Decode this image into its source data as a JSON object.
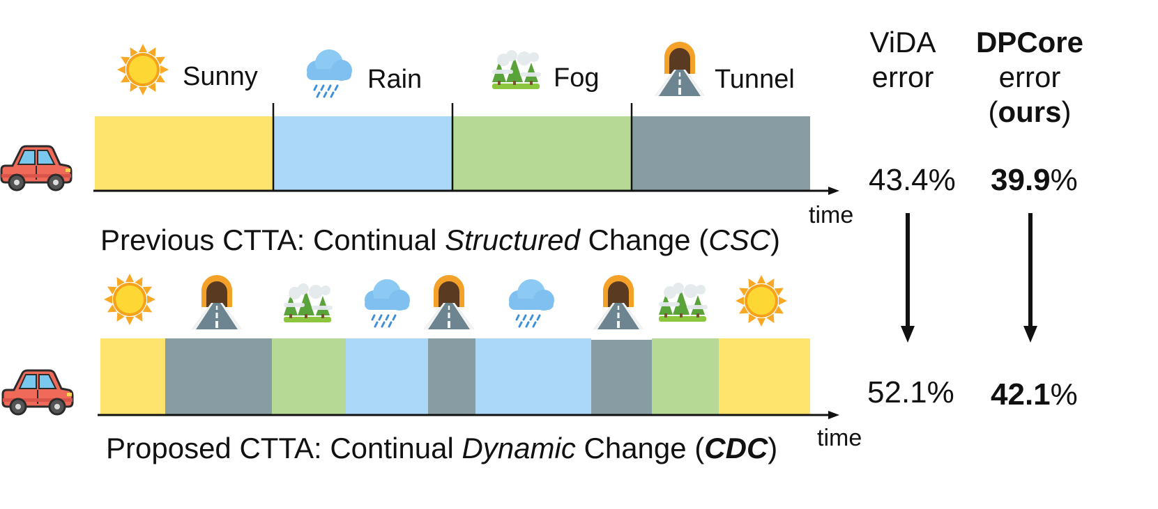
{
  "colors": {
    "Sunny": "#fee46c",
    "Rain": "#abd7f9",
    "Fog": "#b6d996",
    "Tunnel": "#889ca4"
  },
  "csc": {
    "domains": [
      {
        "name": "Sunny",
        "label": "Sunny",
        "icon": "sun-icon"
      },
      {
        "name": "Rain",
        "label": "Rain",
        "icon": "rain-cloud-icon"
      },
      {
        "name": "Fog",
        "label": "Fog",
        "icon": "fog-trees-icon"
      },
      {
        "name": "Tunnel",
        "label": "Tunnel",
        "icon": "tunnel-icon"
      }
    ],
    "time_label": "time",
    "caption": {
      "prefix": "Previous CTTA: Continual ",
      "italic": "Structured",
      "middle": " Change (",
      "abbr": "CSC",
      "suffix": ")"
    }
  },
  "cdc": {
    "sequence": [
      "Sunny",
      "Tunnel",
      "Fog",
      "Rain",
      "Tunnel",
      "Rain",
      "Tunnel",
      "Fog",
      "Sunny"
    ],
    "time_label": "time",
    "caption": {
      "prefix": "Proposed CTTA: Continual ",
      "italic": "Dynamic",
      "middle": " Change (",
      "abbr": "CDC",
      "suffix": ")"
    }
  },
  "table": {
    "vida": {
      "line1": "ViDA",
      "line2": "error"
    },
    "dpcore": {
      "line1": "DPCore",
      "line2": "error",
      "paren_open": "(",
      "ours": "ours",
      "paren_close": ")"
    },
    "csc": {
      "vida": "43.4%",
      "dpcore_num": "39.9",
      "dpcore_pct": "%"
    },
    "cdc": {
      "vida": "52.1%",
      "dpcore_num": "42.1",
      "dpcore_pct": "%"
    }
  },
  "icons": [
    "car-icon",
    "sun-icon",
    "rain-cloud-icon",
    "fog-trees-icon",
    "tunnel-icon",
    "arrow-down-icon"
  ]
}
